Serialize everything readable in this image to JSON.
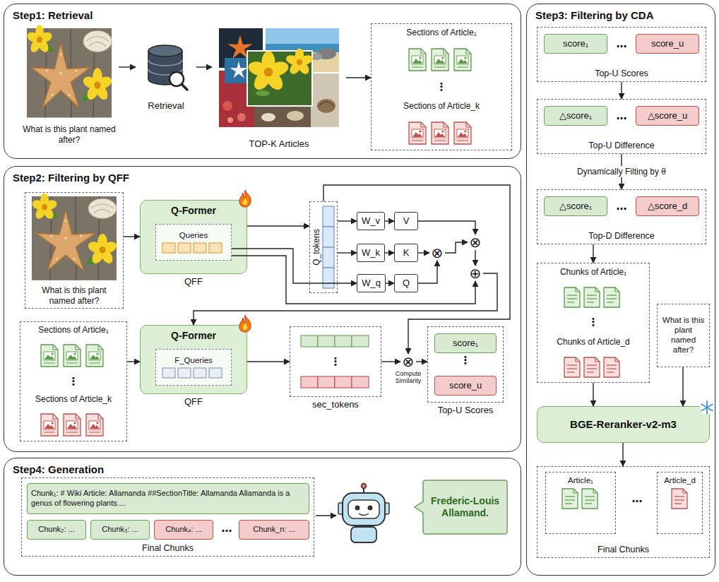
{
  "diagram": {
    "nodes": [
      {
        "text": [
          "Step1: Retrieval"
        ]
      },
      {
        "text": [
          "What is this plant named after?"
        ],
        "in": 0
      },
      {
        "text": [
          "Retrieval"
        ],
        "in": 0
      },
      {
        "text": [
          "TOP-K Articles"
        ],
        "in": 0
      },
      {
        "text": [
          "Sections of Article₁",
          "⋮",
          "Sections of Article_k"
        ],
        "in": 0
      },
      {
        "text": [
          "Step2: Filtering by QFF"
        ]
      },
      {
        "text": [
          "What is this plant named after?"
        ],
        "in": 5
      },
      {
        "text": [
          "Q-Former",
          "QFF"
        ],
        "in": 5
      },
      {
        "text": [
          "Queries"
        ],
        "in": 7
      },
      {
        "text": [
          "Q_tokens"
        ],
        "in": 5
      },
      {
        "text": [
          "W_v"
        ],
        "in": 5
      },
      {
        "text": [
          "W_k"
        ],
        "in": 5
      },
      {
        "text": [
          "W_q"
        ],
        "in": 5
      },
      {
        "text": [
          "V"
        ],
        "in": 5
      },
      {
        "text": [
          "K"
        ],
        "in": 5
      },
      {
        "text": [
          "Q"
        ],
        "in": 5
      },
      {
        "text": [
          "⊗"
        ],
        "in": 5
      },
      {
        "text": [
          "⊗"
        ],
        "in": 5
      },
      {
        "text": [
          "⊕"
        ],
        "in": 5
      },
      {
        "text": [
          "Sections of Article₁",
          "⋮",
          "Sections of Article_k"
        ],
        "in": 5
      },
      {
        "text": [
          "Q-Former",
          "QFF"
        ],
        "in": 5
      },
      {
        "text": [
          "F_Queries"
        ],
        "in": 20
      },
      {
        "text": [
          "⋮",
          "sec_tokens"
        ],
        "in": 5
      },
      {
        "text": [
          "⊗",
          "Compute Similarity"
        ],
        "in": 5
      },
      {
        "text": [
          "⋮",
          "Top-U Scores"
        ],
        "in": 5
      },
      {
        "text": [
          "score₁"
        ],
        "in": 24
      },
      {
        "text": [
          "score_u"
        ],
        "in": 24
      },
      {
        "text": [
          "Step3: Filtering by CDA"
        ]
      },
      {
        "text": [
          "…",
          "Top-U Scores"
        ],
        "in": 27
      },
      {
        "text": [
          "score₁"
        ],
        "in": 28
      },
      {
        "text": [
          "score_u"
        ],
        "in": 28
      },
      {
        "text": [
          "…",
          "Top-U Difference"
        ],
        "in": 27
      },
      {
        "text": [
          "△score₁"
        ],
        "in": 31
      },
      {
        "text": [
          "△score_u"
        ],
        "in": 31
      },
      {
        "text": [
          "…",
          "Top-D Difference"
        ],
        "in": 27
      },
      {
        "text": [
          "△score₁"
        ],
        "in": 34
      },
      {
        "text": [
          "△score_d"
        ],
        "in": 34
      },
      {
        "text": [
          "Chunks of Article₁",
          "⋮",
          "Chunks of Article_d"
        ],
        "in": 27
      },
      {
        "text": [
          "What is this plant named after?"
        ],
        "in": 27
      },
      {
        "text": [
          "BGE-Reranker-v2-m3"
        ],
        "in": 27
      },
      {
        "text": [
          "…",
          "Final Chunks"
        ],
        "in": 27
      },
      {
        "text": [
          "Article₁"
        ],
        "in": 40
      },
      {
        "text": [
          "Article_d"
        ],
        "in": 40
      },
      {
        "text": [
          "Step4: Generation"
        ]
      },
      {
        "text": [
          "…",
          "Final Chunks"
        ],
        "in": 43
      },
      {
        "text": [
          "Chunk₁: # Wiki Article: Allamanda ##SectionTitle: Allamanda Allamanda is a genus of flowering plants...."
        ],
        "in": 44
      },
      {
        "text": [
          "Chunk₂: ..."
        ],
        "in": 44
      },
      {
        "text": [
          "Chunk₃: ..."
        ],
        "in": 44
      },
      {
        "text": [
          "Chunk₄: ..."
        ],
        "in": 44
      },
      {
        "text": [
          "Chunk_n: ..."
        ],
        "in": 44
      },
      {
        "text": [
          "Frederic-Louis Allamand."
        ],
        "in": 43
      }
    ],
    "edges": [
      {
        "from": 1,
        "to": 2,
        "arrow": "to"
      },
      {
        "from": 2,
        "to": 3,
        "arrow": "to"
      },
      {
        "from": 3,
        "to": 4,
        "arrow": "to"
      },
      {
        "from": 6,
        "to": 7,
        "arrow": "to"
      },
      {
        "from": 7,
        "to": 9,
        "arrow": "to"
      },
      {
        "from": 9,
        "to": 10,
        "arrow": "to"
      },
      {
        "from": 9,
        "to": 11,
        "arrow": "to"
      },
      {
        "from": 8,
        "to": 12,
        "arrow": "to"
      },
      {
        "from": 10,
        "to": 13,
        "arrow": "to"
      },
      {
        "from": 11,
        "to": 14,
        "arrow": "to"
      },
      {
        "from": 12,
        "to": 15,
        "arrow": "to"
      },
      {
        "from": 13,
        "to": 16,
        "arrow": "to"
      },
      {
        "from": 14,
        "to": 17,
        "arrow": "to"
      },
      {
        "from": 15,
        "to": 17,
        "arrow": "to"
      },
      {
        "from": 17,
        "to": 16,
        "arrow": "to"
      },
      {
        "from": 16,
        "to": 18,
        "arrow": "to"
      },
      {
        "from": 8,
        "to": 18,
        "arrow": "to"
      },
      {
        "from": 18,
        "to": 20,
        "arrow": "to"
      },
      {
        "from": 19,
        "to": 20,
        "arrow": "to"
      },
      {
        "from": 20,
        "to": 22,
        "arrow": "to"
      },
      {
        "from": 22,
        "to": 23,
        "arrow": "to"
      },
      {
        "from": 9,
        "to": 23,
        "arrow": "to"
      },
      {
        "from": 23,
        "to": 24,
        "arrow": "to"
      },
      {
        "from": 28,
        "to": 31,
        "arrow": "to"
      },
      {
        "from": 31,
        "to": 34,
        "arrow": "to",
        "label": "Dynamically Filting by θ"
      },
      {
        "from": 34,
        "to": 37,
        "arrow": "to"
      },
      {
        "from": 37,
        "to": 39,
        "arrow": "to"
      },
      {
        "from": 38,
        "to": 39,
        "arrow": "to"
      },
      {
        "from": 39,
        "to": 40,
        "arrow": "to"
      }
    ]
  }
}
